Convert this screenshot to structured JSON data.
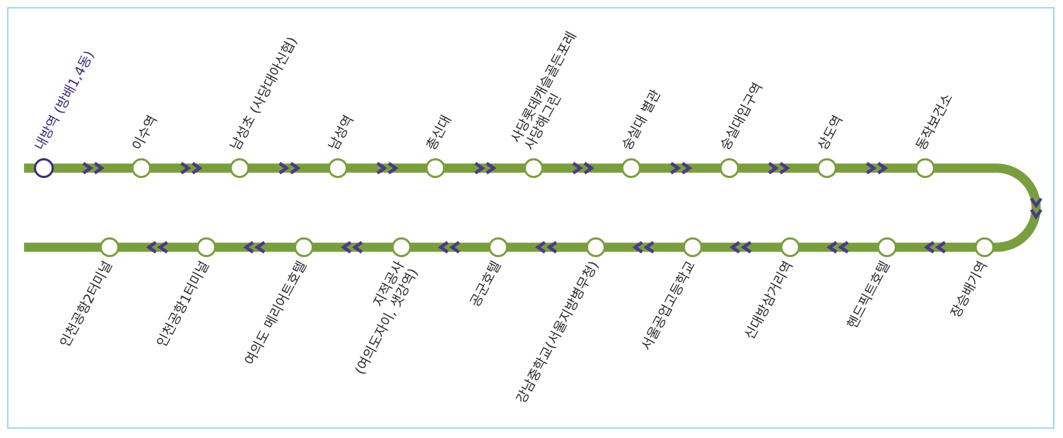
{
  "route": {
    "line_color": "#7a9e3e",
    "arrow_color": "#4a3a86",
    "first_stop_color": "#3d2a7a",
    "top_stops": [
      {
        "lines": [
          "내방역 (방배1,4동)"
        ],
        "first": true
      },
      {
        "lines": [
          "이수역"
        ]
      },
      {
        "lines": [
          "남성초 (사당대아신협)"
        ]
      },
      {
        "lines": [
          "남성역"
        ]
      },
      {
        "lines": [
          "총신대"
        ]
      },
      {
        "lines": [
          "사당롯데캐슬골든포레",
          "사당해그린"
        ]
      },
      {
        "lines": [
          "숭실대 별관"
        ]
      },
      {
        "lines": [
          "숭실대입구역"
        ]
      },
      {
        "lines": [
          "상도역"
        ]
      },
      {
        "lines": [
          "동작보건소"
        ]
      }
    ],
    "bottom_stops": [
      {
        "lines": [
          "인천공항2터미널"
        ]
      },
      {
        "lines": [
          "인천공항1터미널"
        ]
      },
      {
        "lines": [
          "여의도 메리어트호텔"
        ]
      },
      {
        "lines": [
          "지적공사",
          "(여의도자이, 샛강역)"
        ]
      },
      {
        "lines": [
          "공군호텔"
        ]
      },
      {
        "lines": [
          "강남중학교(서울지방병무청)"
        ]
      },
      {
        "lines": [
          "서울공업고등학교"
        ]
      },
      {
        "lines": [
          "신대방삼거리역"
        ]
      },
      {
        "lines": [
          "헨드픽트호텔"
        ]
      },
      {
        "lines": [
          "장승배기역"
        ]
      }
    ]
  }
}
